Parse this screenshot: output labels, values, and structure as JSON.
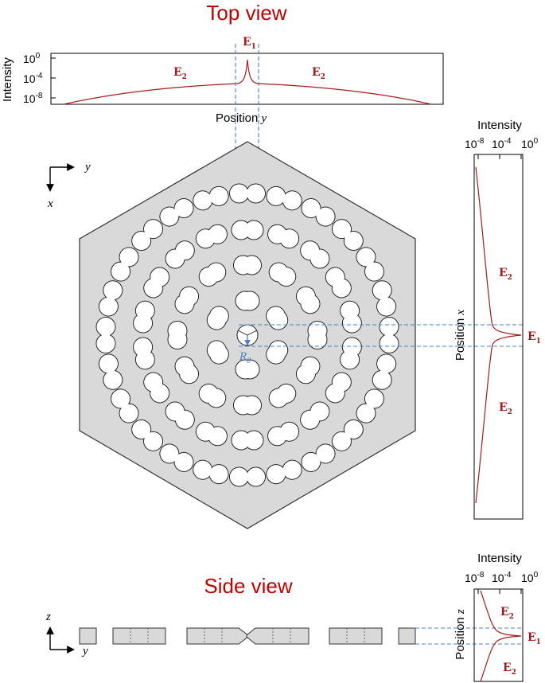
{
  "top_view_title": "Top view",
  "side_view_title": "Side view",
  "intensity_label": "Intensity",
  "position_y_label": "Position",
  "position_y_var": "y",
  "position_x_label": "Position",
  "position_x_var": "x",
  "position_z_label": "Position",
  "position_z_var": "z",
  "top_ticks": [
    {
      "base": "10",
      "exp": "0"
    },
    {
      "base": "10",
      "exp": "-4"
    },
    {
      "base": "10",
      "exp": "-8"
    }
  ],
  "side_ticks": [
    {
      "base": "10",
      "exp": "-8"
    },
    {
      "base": "10",
      "exp": "-4"
    },
    {
      "base": "10",
      "exp": "0"
    }
  ],
  "field_inner": {
    "base": "E",
    "sub": "1"
  },
  "field_outer": {
    "base": "E",
    "sub": "2"
  },
  "radius_label": {
    "base": "R",
    "sub": "0"
  },
  "axes_top": {
    "horizontal": "y",
    "vertical": "x"
  },
  "axes_side": {
    "horizontal": "y",
    "vertical": "z"
  },
  "colors": {
    "title": "#c00000",
    "field": "#a51c1c",
    "guide": "#4a7fd0",
    "plate": "#d9d9d9"
  }
}
